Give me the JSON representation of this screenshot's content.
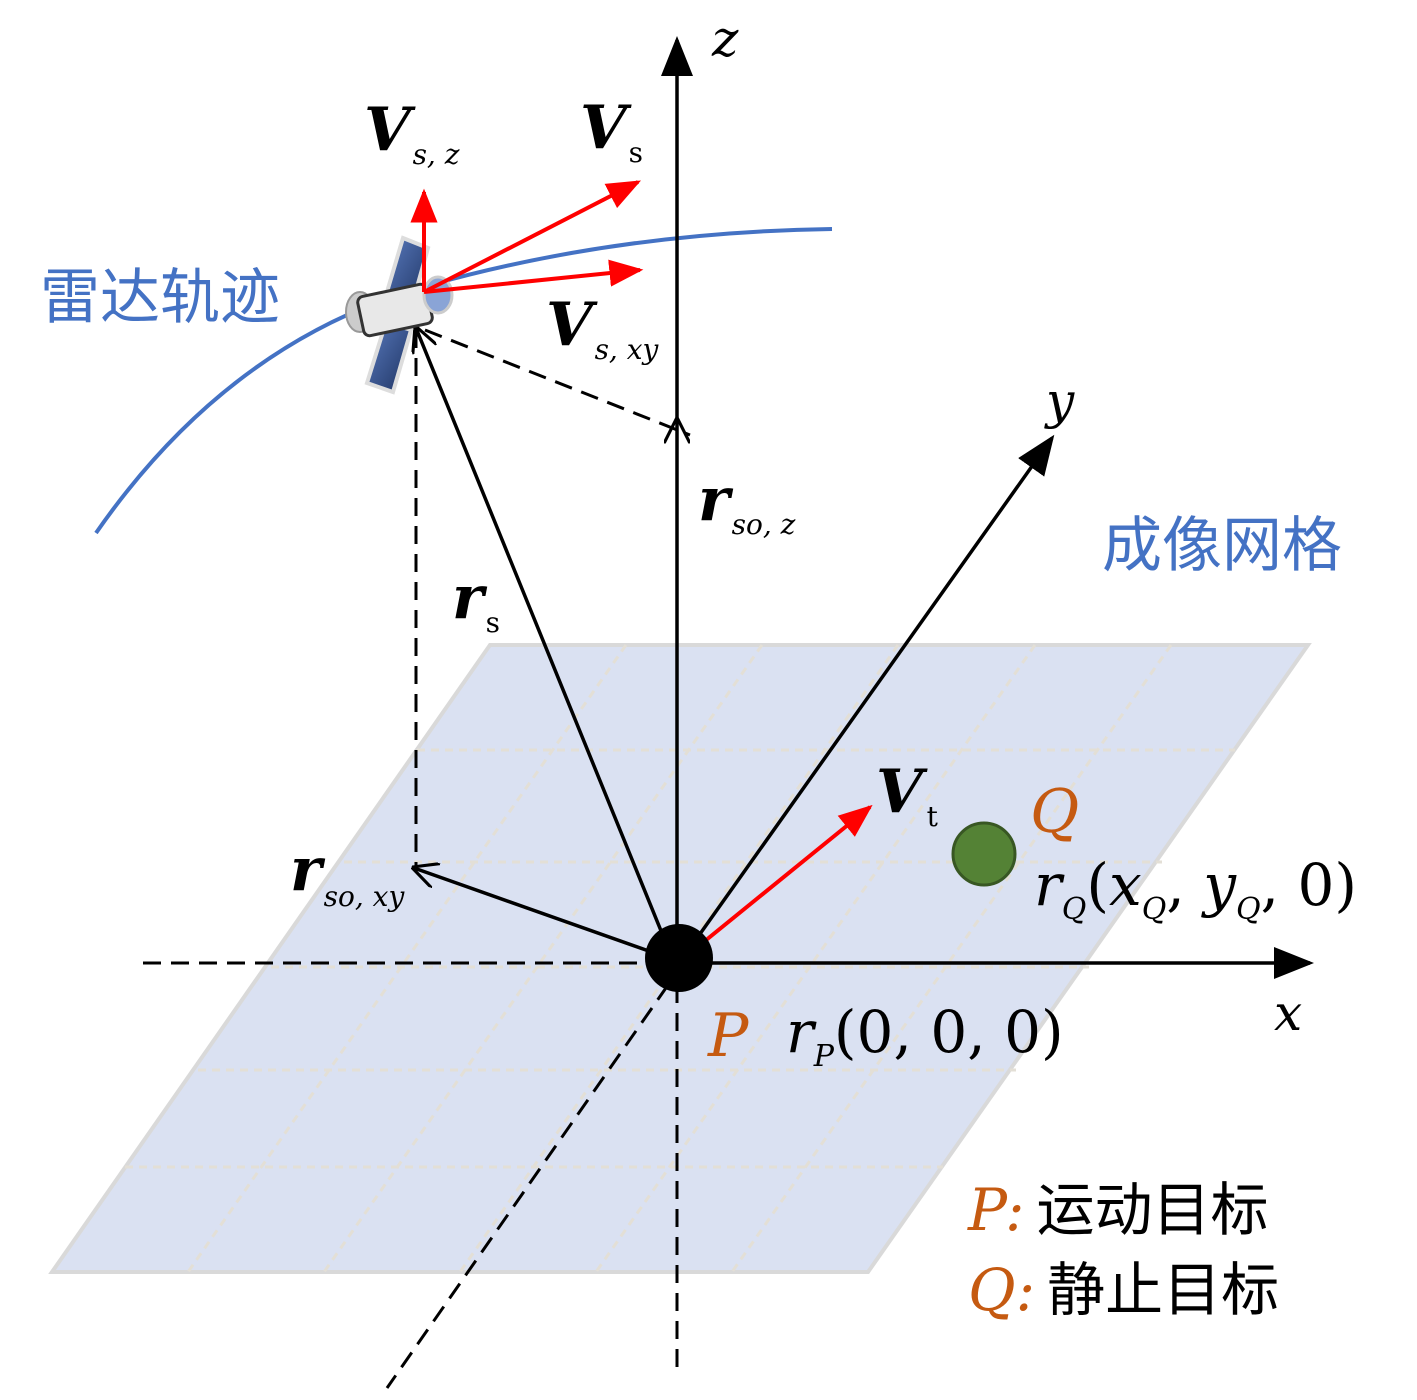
{
  "labels": {
    "axis_z": "z",
    "axis_y": "y",
    "axis_x": "x",
    "Vsz_main": "V",
    "Vsz_sub": "s, z",
    "Vs_main": "V",
    "Vs_sub": "s",
    "Vsxy_main": "V",
    "Vsxy_sub": "s, xy",
    "rsoz_main": "r",
    "rsoz_sub": "so, z",
    "rs_main": "r",
    "rs_sub": "s",
    "rsoxy_main": "r",
    "rsoxy_sub": "so, xy",
    "Vt_main": "V",
    "Vt_sub": "t",
    "radar_track": "雷达轨迹",
    "imaging_grid": "成像网格",
    "P": "P",
    "Q": "Q",
    "rP_r": "r",
    "rP_sub": "P",
    "rP_coords": "(0, 0, 0)",
    "rQ_r": "r",
    "rQ_sub": "Q",
    "rQ_open": "(",
    "rQ_x": "x",
    "rQ_xsub": "Q",
    "rQ_comma1": ", ",
    "rQ_y": "y",
    "rQ_ysub": "Q",
    "rQ_end": ", 0)"
  },
  "legend": [
    {
      "symbol": "P",
      "sep": ":",
      "text": "运动目标"
    },
    {
      "symbol": "Q",
      "sep": ":",
      "text": "静止目标"
    }
  ],
  "colors": {
    "grid_fill": "#dae1f2",
    "blue_text": "#4472c4",
    "orange": "#c55a11",
    "red": "#ff0000",
    "green": "#548235"
  }
}
